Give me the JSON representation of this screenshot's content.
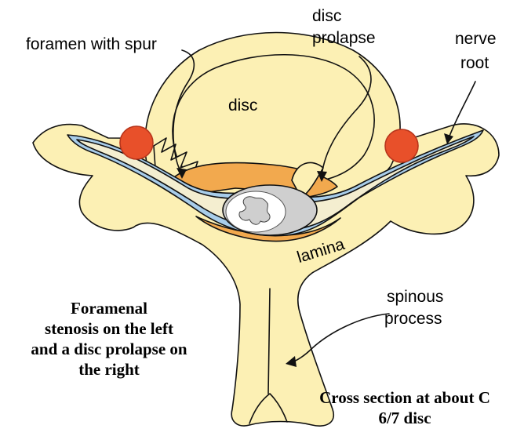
{
  "colors": {
    "bone": "#FCF0B4",
    "bone_outline": "#111111",
    "ligament": "#F2A94E",
    "dura_blue": "#A8CDEA",
    "nerve_cream": "#F4EED0",
    "cord_grey": "#CFCFCF",
    "vessel_red": "#E8502A",
    "vessel_outline": "#B7351C"
  },
  "icons": {
    "vertebral_artery": "red-circle-icon",
    "spinal_cord": "butterfly-grey-matter-icon"
  },
  "labels": {
    "foramen_with_spur": "foramen with spur",
    "disc_prolapse": [
      "disc",
      "prolapse"
    ],
    "nerve_root": [
      "nerve",
      "root"
    ],
    "disc": "disc",
    "lamina": "lamina",
    "spinous_process": [
      "spinous",
      "process"
    ]
  },
  "captions": {
    "left": [
      "Foramenal",
      "stenosis on the left",
      "and a disc prolapse on",
      "the right"
    ],
    "bottom": [
      "Cross section at about C",
      "6/7 disc"
    ]
  }
}
